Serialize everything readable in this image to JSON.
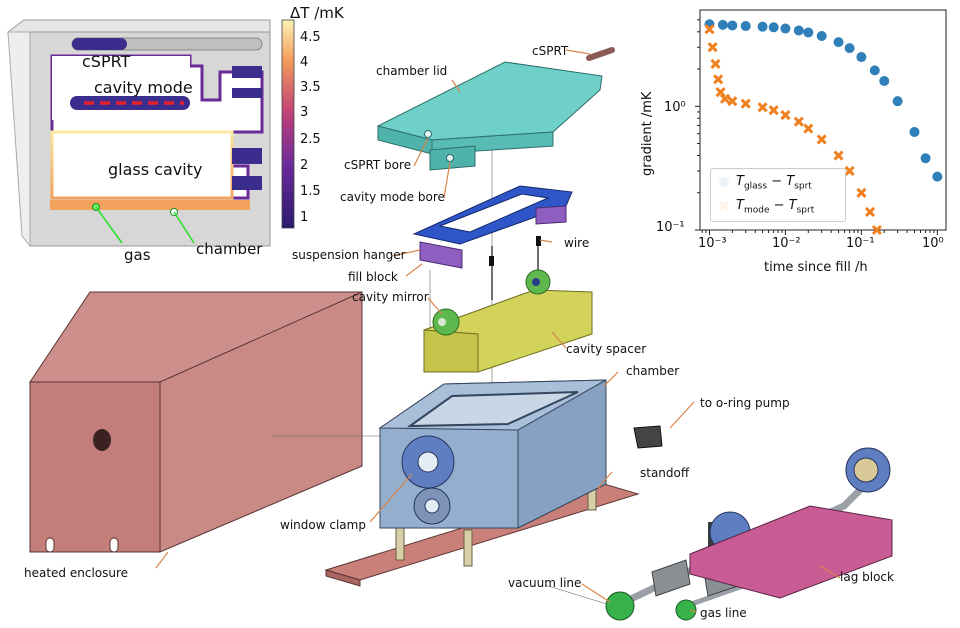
{
  "inset": {
    "colorbar_title": "ΔT /mK",
    "colorbar_ticks": [
      "4.5",
      "4",
      "3.5",
      "3",
      "2.5",
      "2",
      "1.5",
      "1"
    ],
    "labels": {
      "csprt": "cSPRT",
      "cavity_mode": "cavity mode",
      "glass_cavity": "glass cavity",
      "gas": "gas",
      "chamber": "chamber"
    },
    "colors": {
      "hot": "#fde9a6",
      "mid": "#d14f7a",
      "cold": "#3b1f86",
      "mode_line": "#e8202a"
    }
  },
  "labels": {
    "csprt": "cSPRT",
    "chamber_lid": "chamber lid",
    "csprt_bore": "cSPRT bore",
    "cavity_mode_bore": "cavity mode bore",
    "suspension_hanger": "suspension hanger",
    "fill_block": "fill block",
    "wire": "wire",
    "cavity_mirror": "cavity mirror",
    "cavity_spacer": "cavity spacer",
    "chamber": "chamber",
    "to_oring_pump": "to o-ring pump",
    "standoff": "standoff",
    "window_clamp": "window clamp",
    "heated_enclosure": "heated enclosure",
    "vacuum_line": "vacuum line",
    "gas_line": "gas line",
    "lag_block": "lag block"
  },
  "part_colors": {
    "enclosure": "#c47e7a",
    "lid": "#5cc6bf",
    "hanger": "#2e56c9",
    "fill_block": "#8e5fc0",
    "spacer": "#cfcf5a",
    "mirror": "#5db84d",
    "chamber": "#8fa8c8",
    "base": "#c98078",
    "lag_block": "#c95c95",
    "leader": "#d9844a"
  },
  "chart_data": {
    "type": "scatter",
    "xscale": "log",
    "yscale": "log",
    "xlabel": "time since fill /h",
    "ylabel": "gradient /mK",
    "xlim": [
      0.00075,
      1.3
    ],
    "ylim": [
      0.1,
      6
    ],
    "xtick_labels": [
      "10⁻³",
      "10⁻²",
      "10⁻¹",
      "10⁰"
    ],
    "ytick_labels": [
      "10⁰",
      "10⁻¹"
    ],
    "legend_position": "lower-left",
    "series": [
      {
        "name": "T_glass − T_sprt",
        "legend_main": "T",
        "legend_sub1": "glass",
        "legend_mid": " − T",
        "legend_sub2": "sprt",
        "marker": "circle",
        "color": "#2f7fb8",
        "x": [
          0.001,
          0.0015,
          0.002,
          0.003,
          0.005,
          0.007,
          0.01,
          0.015,
          0.02,
          0.03,
          0.05,
          0.07,
          0.1,
          0.15,
          0.2,
          0.3,
          0.5,
          0.7,
          1.0
        ],
        "y": [
          4.6,
          4.55,
          4.5,
          4.45,
          4.4,
          4.35,
          4.25,
          4.1,
          3.95,
          3.7,
          3.3,
          2.95,
          2.5,
          1.95,
          1.6,
          1.1,
          0.62,
          0.38,
          0.27
        ]
      },
      {
        "name": "T_mode − T_sprt",
        "legend_main": "T",
        "legend_sub1": "mode",
        "legend_mid": " − T",
        "legend_sub2": "sprt",
        "marker": "x",
        "color": "#f07f1e",
        "x": [
          0.001,
          0.0011,
          0.0012,
          0.0013,
          0.0014,
          0.0016,
          0.002,
          0.003,
          0.005,
          0.007,
          0.01,
          0.015,
          0.02,
          0.03,
          0.05,
          0.07,
          0.1,
          0.13,
          0.16
        ],
        "y": [
          4.2,
          3.0,
          2.2,
          1.65,
          1.3,
          1.15,
          1.1,
          1.05,
          0.98,
          0.93,
          0.85,
          0.75,
          0.66,
          0.54,
          0.4,
          0.3,
          0.2,
          0.14,
          0.1
        ]
      }
    ]
  }
}
